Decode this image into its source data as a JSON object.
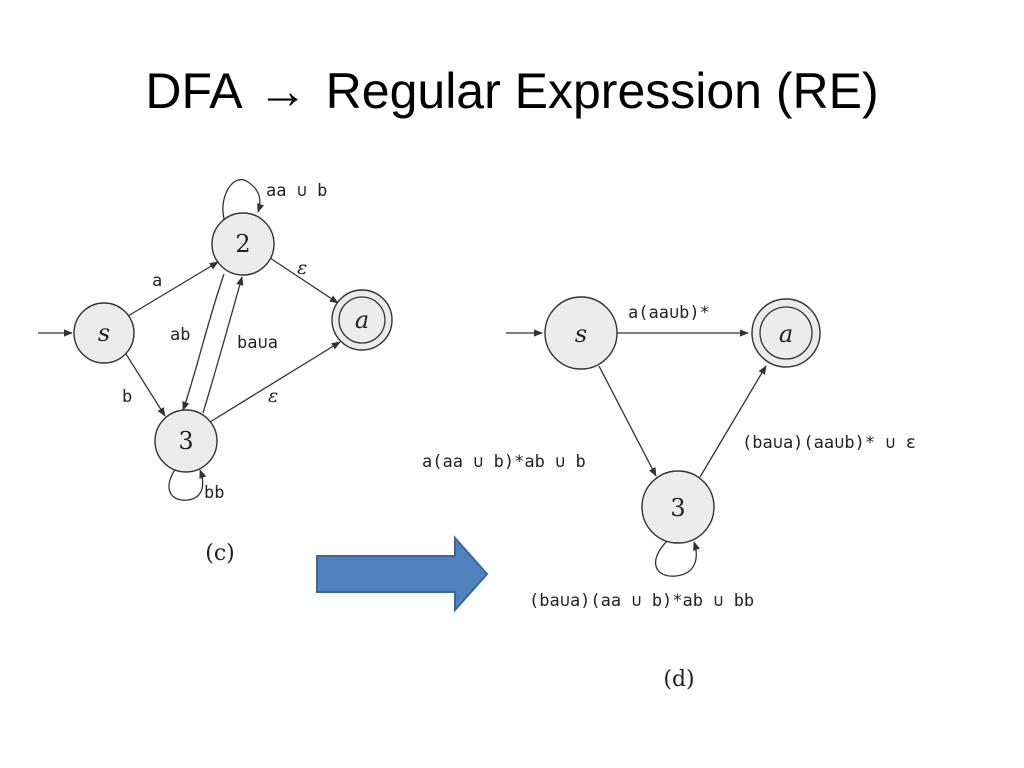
{
  "title": {
    "left": "DFA",
    "arrow": "→",
    "right": "Regular Expression (RE)"
  },
  "diagram_c": {
    "states": {
      "s": "s",
      "two": "2",
      "three": "3",
      "a": "a"
    },
    "labels": {
      "loop_2": "aa ∪ b",
      "s_to_2": "a",
      "s_to_3": "b",
      "2_to_3": "ab",
      "3_to_2": "ba∪a",
      "2_to_a": "ε",
      "3_to_a": "ε",
      "loop_3": "bb"
    },
    "caption": "(c)"
  },
  "transform_arrow": {
    "color": "#4f81bd",
    "border": "#3a6699"
  },
  "diagram_d": {
    "states": {
      "s": "s",
      "three": "3",
      "a": "a"
    },
    "labels": {
      "s_to_a": "a(aa∪b)*",
      "s_to_3": "a(aa ∪ b)*ab ∪ b",
      "3_to_a": "(ba∪a)(aa∪b)* ∪ ε",
      "loop_3": "(ba∪a)(aa ∪ b)*ab ∪ bb"
    },
    "caption": "(d)"
  }
}
